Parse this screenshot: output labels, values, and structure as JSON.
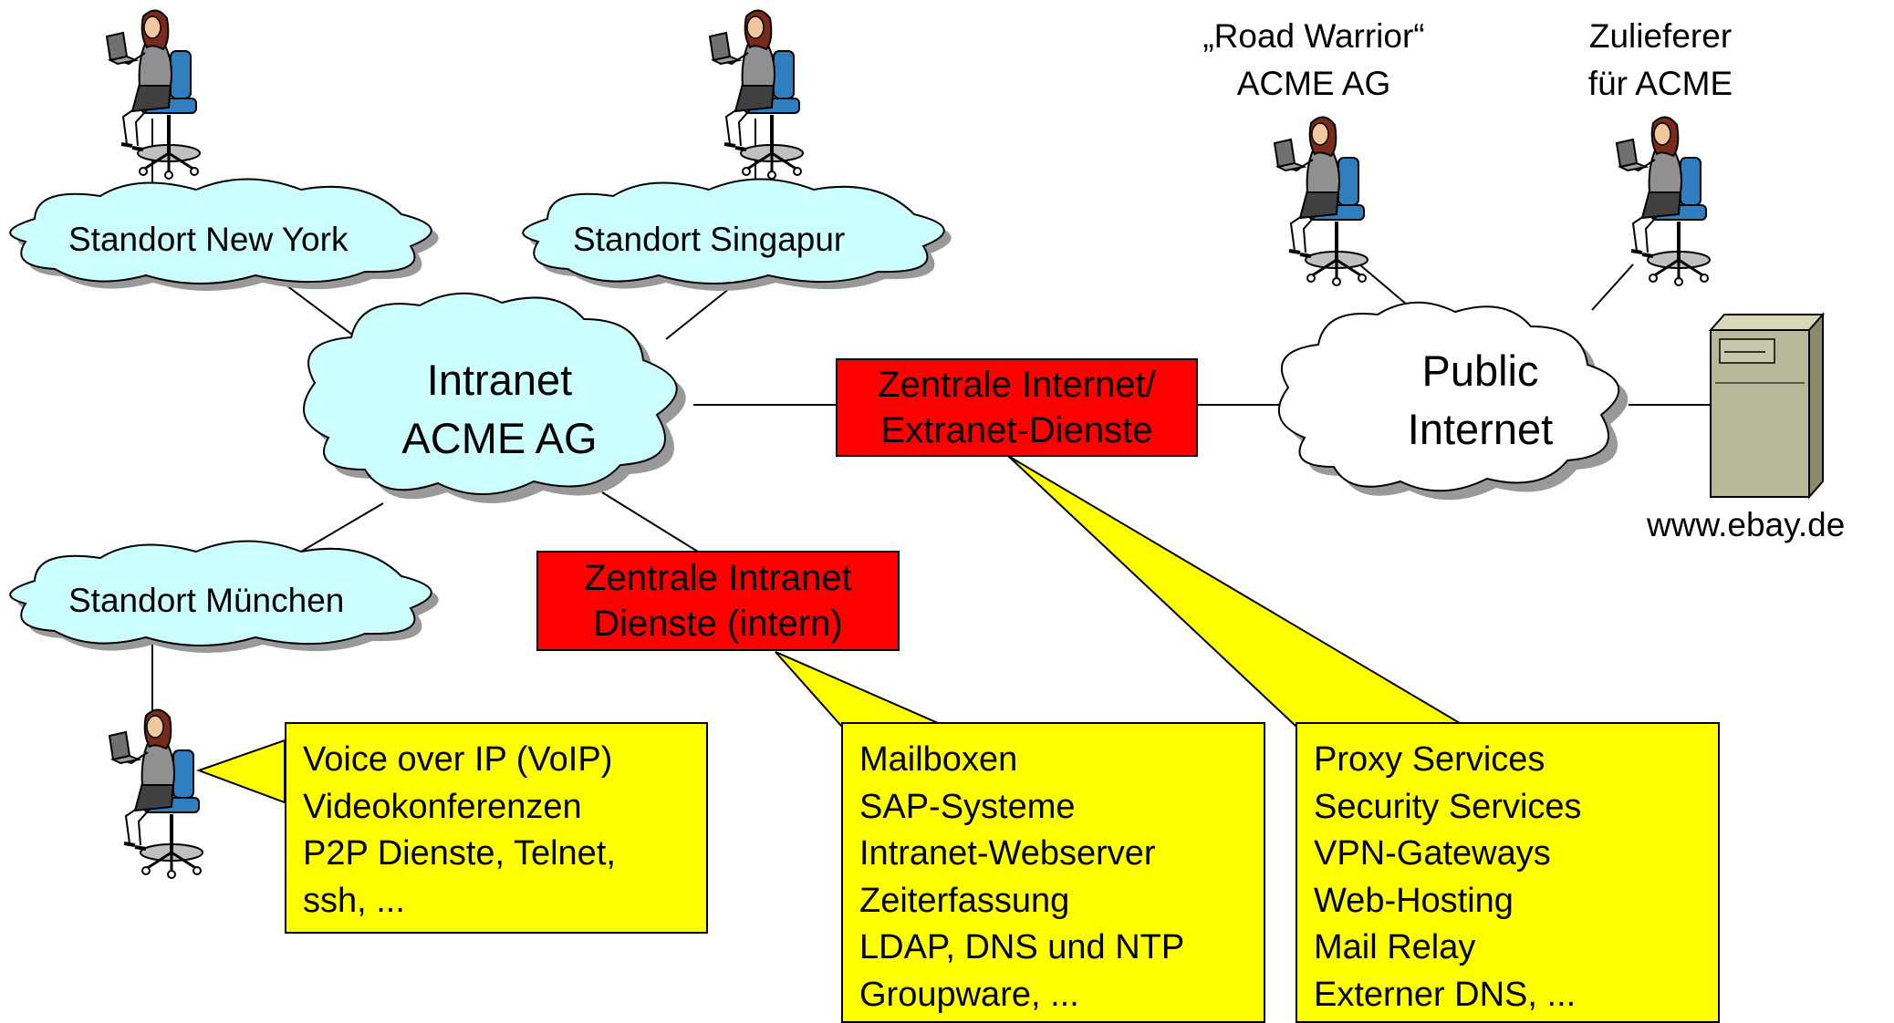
{
  "clouds": {
    "new_york": "Standort New York",
    "singapur": "Standort Singapur",
    "muenchen": "Standort München",
    "intranet": [
      "Intranet",
      "ACME AG"
    ],
    "public": [
      "Public",
      "Internet"
    ]
  },
  "users": {
    "road_warrior": [
      "„Road Warrior“",
      "ACME AG"
    ],
    "zulieferer": [
      "Zulieferer",
      "für ACME"
    ]
  },
  "server": {
    "label": "www.ebay.de"
  },
  "services": {
    "zentral_internet": [
      "Zentrale Internet/",
      "Extranet-Dienste"
    ],
    "zentral_intranet": [
      "Zentrale Intranet",
      "Dienste (intern)"
    ]
  },
  "callouts": {
    "muenchen_user": [
      "Voice over IP (VoIP)",
      "Videokonferenzen",
      "P2P Dienste, Telnet,",
      "ssh, ..."
    ],
    "intranet_dienste": [
      "Mailboxen",
      "SAP-Systeme",
      "Intranet-Webserver",
      "Zeiterfassung",
      "LDAP, DNS und NTP",
      "Groupware, ..."
    ],
    "internet_dienste": [
      "Proxy Services",
      "Security Services",
      "VPN-Gateways",
      "Web-Hosting",
      "Mail Relay",
      "Externer DNS, ..."
    ]
  },
  "colors": {
    "cloud_fill": "#ccffff",
    "public_cloud_fill": "#ffffff",
    "service_box": "#ff0000",
    "callout": "#ffff00",
    "shadow": "#999999"
  }
}
